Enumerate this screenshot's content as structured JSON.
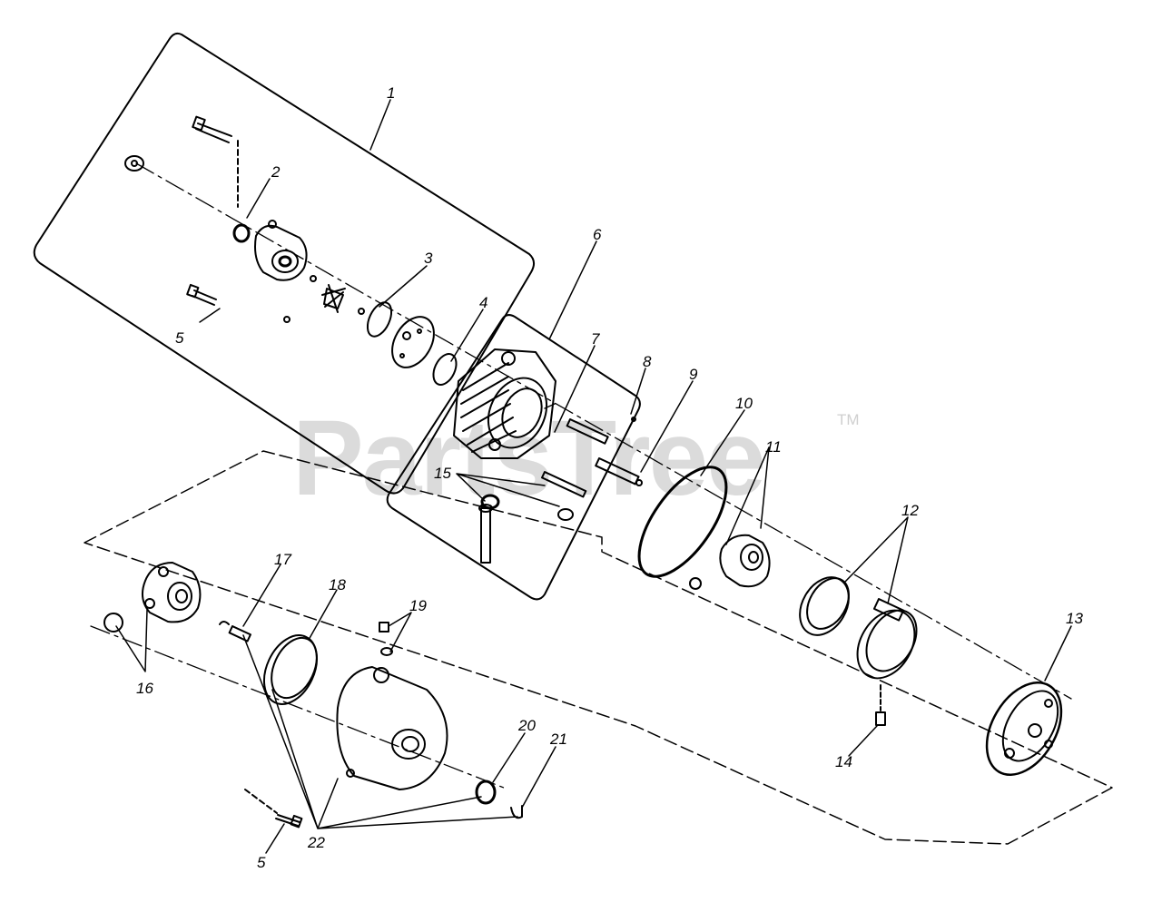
{
  "diagram": {
    "watermark": "PartsTree",
    "trademark": "TM",
    "callouts": [
      {
        "id": "c1",
        "label": "1"
      },
      {
        "id": "c2",
        "label": "2"
      },
      {
        "id": "c3",
        "label": "3"
      },
      {
        "id": "c4",
        "label": "4"
      },
      {
        "id": "c5a",
        "label": "5"
      },
      {
        "id": "c6",
        "label": "6"
      },
      {
        "id": "c7",
        "label": "7"
      },
      {
        "id": "c8",
        "label": "8"
      },
      {
        "id": "c9",
        "label": "9"
      },
      {
        "id": "c10",
        "label": "10"
      },
      {
        "id": "c11",
        "label": "11"
      },
      {
        "id": "c12",
        "label": "12"
      },
      {
        "id": "c13",
        "label": "13"
      },
      {
        "id": "c14",
        "label": "14"
      },
      {
        "id": "c15",
        "label": "15"
      },
      {
        "id": "c16",
        "label": "16"
      },
      {
        "id": "c17",
        "label": "17"
      },
      {
        "id": "c18",
        "label": "18"
      },
      {
        "id": "c19",
        "label": "19"
      },
      {
        "id": "c20",
        "label": "20"
      },
      {
        "id": "c21",
        "label": "21"
      },
      {
        "id": "c22",
        "label": "22"
      },
      {
        "id": "c5b",
        "label": "5"
      }
    ]
  }
}
